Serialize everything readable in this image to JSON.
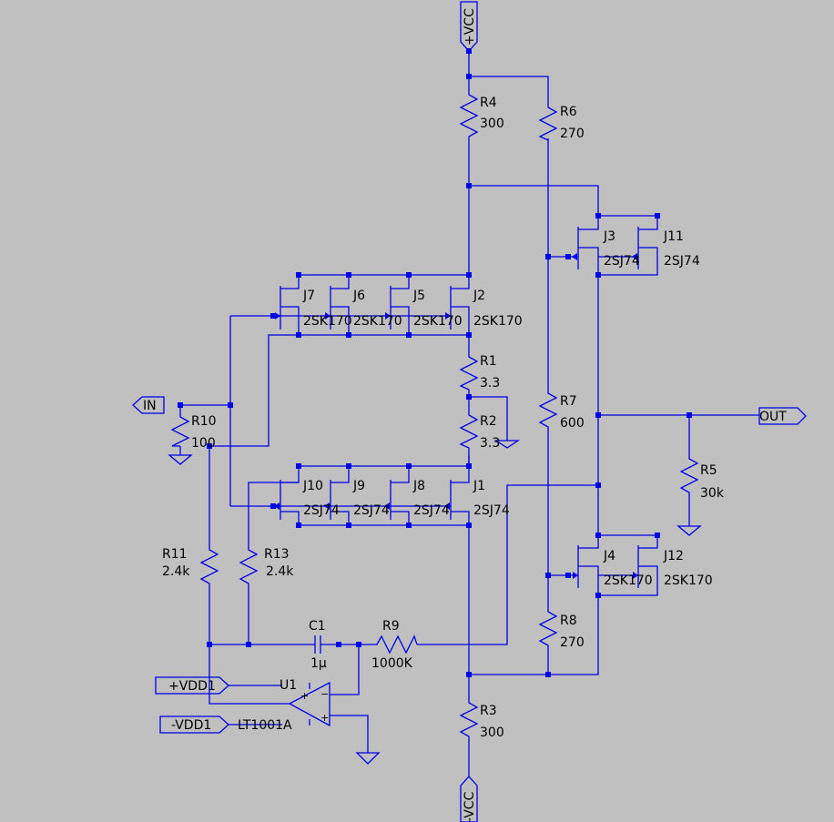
{
  "ports": {
    "vcc_pos": "+VCC",
    "vcc_neg": "-VCC",
    "in": "IN",
    "out": "OUT",
    "vdd_pos": "+VDD1",
    "vdd_neg": "-VDD1"
  },
  "components": {
    "R1": {
      "name": "R1",
      "value": "3.3"
    },
    "R2": {
      "name": "R2",
      "value": "3.3"
    },
    "R3": {
      "name": "R3",
      "value": "300"
    },
    "R4": {
      "name": "R4",
      "value": "300"
    },
    "R5": {
      "name": "R5",
      "value": "30k"
    },
    "R6": {
      "name": "R6",
      "value": "270"
    },
    "R7": {
      "name": "R7",
      "value": "600"
    },
    "R8": {
      "name": "R8",
      "value": "270"
    },
    "R9": {
      "name": "R9",
      "value": "1000K"
    },
    "R10": {
      "name": "R10",
      "value": "100"
    },
    "R11": {
      "name": "R11",
      "value": "2.4k"
    },
    "R13": {
      "name": "R13",
      "value": "2.4k"
    },
    "C1": {
      "name": "C1",
      "value": "1µ"
    },
    "U1": {
      "name": "U1",
      "value": "LT1001A"
    },
    "J1": {
      "name": "J1",
      "value": "2SJ74"
    },
    "J2": {
      "name": "J2",
      "value": "2SK170"
    },
    "J3": {
      "name": "J3",
      "value": "2SJ74"
    },
    "J4": {
      "name": "J4",
      "value": "2SK170"
    },
    "J5": {
      "name": "J5",
      "value": "2SK170"
    },
    "J6": {
      "name": "J6",
      "value": "2SK170"
    },
    "J7": {
      "name": "J7",
      "value": "2SK170"
    },
    "J8": {
      "name": "J8",
      "value": "2SJ74"
    },
    "J9": {
      "name": "J9",
      "value": "2SJ74"
    },
    "J10": {
      "name": "J10",
      "value": "2SJ74"
    },
    "J11": {
      "name": "J11",
      "value": "2SJ74"
    },
    "J12": {
      "name": "J12",
      "value": "2SK170"
    }
  },
  "colors": {
    "background": "#c0c0c0",
    "wire": "#0000e6",
    "text": "#000000"
  }
}
